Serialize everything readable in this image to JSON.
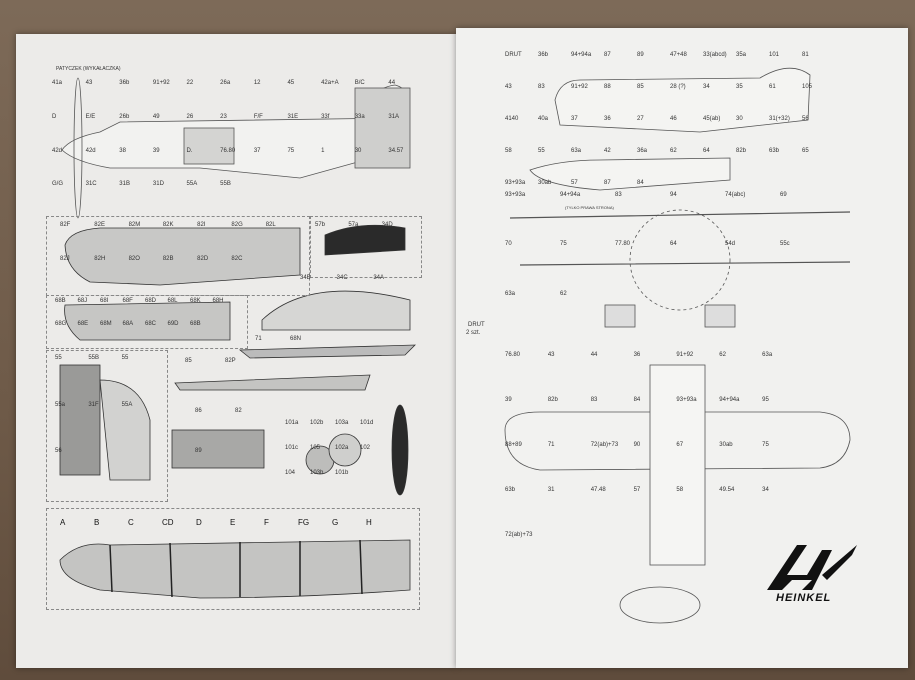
{
  "left_sheet": {
    "side_view": {
      "note": "PATYCZEK (WYKAŁACZKA)",
      "labels": [
        "41a",
        "43",
        "36b",
        "91+92",
        "22",
        "26a",
        "12",
        "45",
        "42a+A",
        "B/C",
        "44",
        "D",
        "E/E",
        "26b",
        "49",
        "26",
        "23",
        "F/F",
        "31E",
        "33f",
        "33a",
        "31A",
        "42d",
        "42d",
        "38",
        "39",
        "D.",
        "76.80",
        "37",
        "75",
        "1",
        "30",
        "34.57",
        "G/G",
        "31C",
        "31B",
        "31D",
        "55A",
        "55B"
      ]
    },
    "fuselage_panel": {
      "labels": [
        "82F",
        "82E",
        "82M",
        "82K",
        "82I",
        "82G",
        "82L",
        "82J",
        "82H",
        "82O",
        "82B",
        "82D",
        "82C"
      ]
    },
    "cowl_panel": {
      "labels": [
        "57b",
        "57a",
        "34D"
      ]
    },
    "lower_panel": {
      "labels": [
        "68B",
        "68J",
        "68I",
        "68F",
        "68D",
        "68L",
        "68K",
        "68H",
        "68G",
        "68E",
        "68M",
        "68A",
        "68C",
        "69D",
        "68B"
      ]
    },
    "wing_root_panel": {
      "labels": [
        "34B",
        "34C",
        "34A"
      ]
    },
    "strut_panel": {
      "labels": [
        "71",
        "68N"
      ]
    },
    "tail_panel": {
      "labels": [
        "55",
        "55B",
        "55",
        "55a",
        "31F",
        "55A",
        "56"
      ]
    },
    "flap_panel": {
      "labels": [
        "85",
        "82P"
      ]
    },
    "wheel_panel": {
      "labels": [
        "86",
        "82",
        "89"
      ]
    },
    "engine_panel": {
      "labels": [
        "101a",
        "102b",
        "103a",
        "101d",
        "101c",
        "105",
        "102a",
        "102",
        "104",
        "103b",
        "101b"
      ]
    },
    "wing_panel": {
      "labels": [
        "A",
        "B",
        "C",
        "CD",
        "D",
        "E",
        "F",
        "FG",
        "G",
        "H"
      ]
    }
  },
  "right_sheet": {
    "top_view": {
      "labels": [
        "DRUT",
        "36b",
        "94+94a",
        "87",
        "89",
        "47+48",
        "33(abcd)",
        "35a",
        "101",
        "81",
        "43",
        "83",
        "91+92",
        "88",
        "85",
        "28 (?)",
        "34",
        "35",
        "61",
        "105",
        "4140",
        "40a",
        "37",
        "36",
        "27",
        "46",
        "45(ab)",
        "30",
        "31(+32)",
        "56",
        "58",
        "55",
        "63a",
        "42",
        "36a",
        "62",
        "64",
        "82b",
        "63b",
        "65",
        "93+93a",
        "30ab",
        "57",
        "87",
        "84"
      ],
      "note": "(TYLKO PRAWA STRONA)"
    },
    "front_view": {
      "labels": [
        "93+93a",
        "94+94a",
        "83",
        "94",
        "74(abc)",
        "69",
        "70",
        "75",
        "77.80",
        "64",
        "54d",
        "55c",
        "63a",
        "62"
      ]
    },
    "wire_note": [
      "DRUT",
      "2 szt."
    ],
    "plan_view": {
      "labels": [
        "76.80",
        "43",
        "44",
        "36",
        "91+92",
        "62",
        "63a",
        "39",
        "82b",
        "83",
        "84",
        "93+93a",
        "94+94a",
        "95",
        "88+89",
        "71",
        "72(ab)+73",
        "90",
        "67",
        "30ab",
        "75",
        "63b",
        "31",
        "47.48",
        "57",
        "58",
        "49.54",
        "34",
        "72(ab)+73"
      ]
    },
    "logo": "HEINKEL"
  }
}
